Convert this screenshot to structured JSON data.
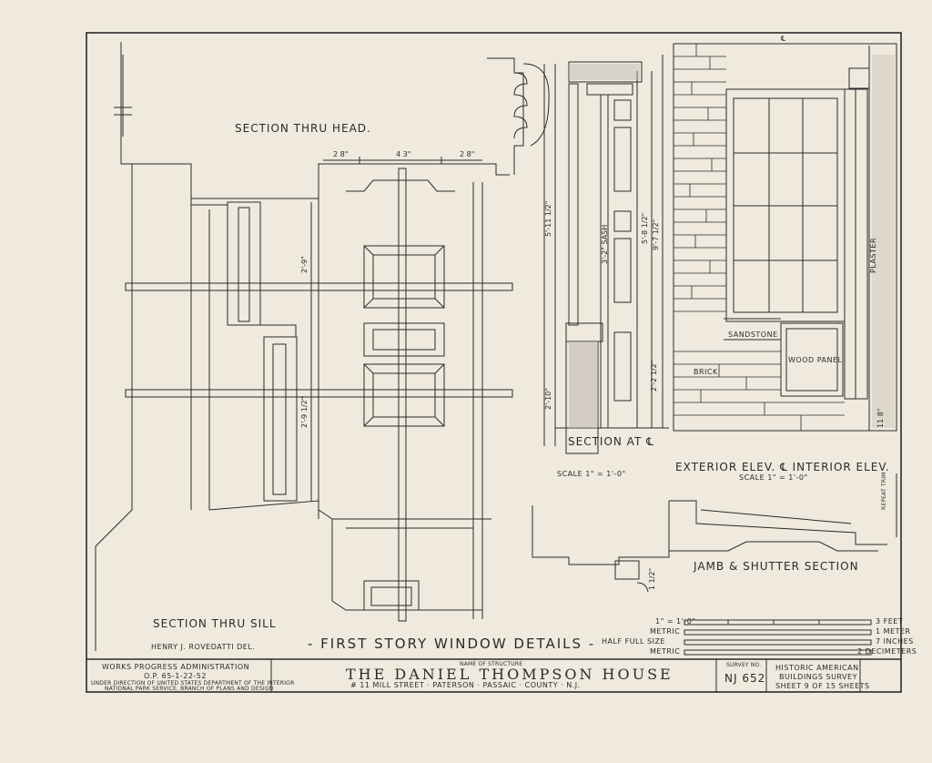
{
  "colors": {
    "paper": "#efe9de",
    "ink": "#2b2b2b"
  },
  "labels": {
    "section_head": "SECTION THRU HEAD.",
    "section_sill": "SECTION THRU SILL",
    "section_at": "SECTION AT ℄",
    "section_scale": "SCALE 1\" = 1'-0\"",
    "exterior_elev": "EXTERIOR  ELEV. ℄ INTERIOR ELEV.",
    "elev_scale": "SCALE 1\" = 1'-0\"",
    "jamb": "JAMB & SHUTTER SECTION",
    "sandstone": "SANDSTONE",
    "wood_panel": "WOOD PANEL",
    "brick": "BRICK",
    "plaster": "PLASTER",
    "repeat_trim": "REPEAT TRIM",
    "sheet_title": "- FIRST STORY WINDOW DETAILS -",
    "delineator": "HENRY J. ROVEDATTI  DEL.",
    "centerline": "℄"
  },
  "dimensions": {
    "d1": "2 8\"",
    "d2": "4 3\"",
    "d3": "2 8\"",
    "d4": "2'-9\"",
    "d5": "2'-9 1/2\"",
    "d6": "5'-11 1/2\"",
    "d7": "3'-2\" SASH",
    "d8": "5'-8 1/2\"",
    "d9": "9'-7 1/2\"",
    "d10": "2'-10\"",
    "d11": "2'-2 1/2\"",
    "d12": "1 1/2\"",
    "d13": "11 8\""
  },
  "scales": {
    "rows": [
      {
        "left": "1\" = 1'-0\"",
        "right": "3 FEET"
      },
      {
        "left": "METRIC",
        "right": "1 METER"
      },
      {
        "left": "HALF  FULL SIZE",
        "right": "7 INCHES"
      },
      {
        "left": "METRIC",
        "right": "2 DECIMETERS"
      }
    ]
  },
  "title_block": {
    "wpa_1": "WORKS  PROGRESS  ADMINISTRATION",
    "wpa_2": "O.P. 65-1-22-52",
    "wpa_3": "UNDER DIRECTION OF UNITED STATES DEPARTMENT OF THE INTERIOR",
    "wpa_4": "NATIONAL PARK SERVICE, BRANCH OF PLANS AND DESIGN",
    "name_label": "NAME OF STRUCTURE",
    "name": "THE DANIEL THOMPSON HOUSE",
    "address": "# 11 MILL STREET · PATERSON · PASSAIC · COUNTY · N.J.",
    "survey_label": "SURVEY NO.",
    "survey_no": "NJ 652",
    "habs_1": "HISTORIC AMERICAN",
    "habs_2": "BUILDINGS SURVEY",
    "sheet_prefix": "SHEET",
    "sheet_no": "9",
    "sheet_of": "OF",
    "sheet_total": "15",
    "sheet_suffix": "SHEETS"
  }
}
